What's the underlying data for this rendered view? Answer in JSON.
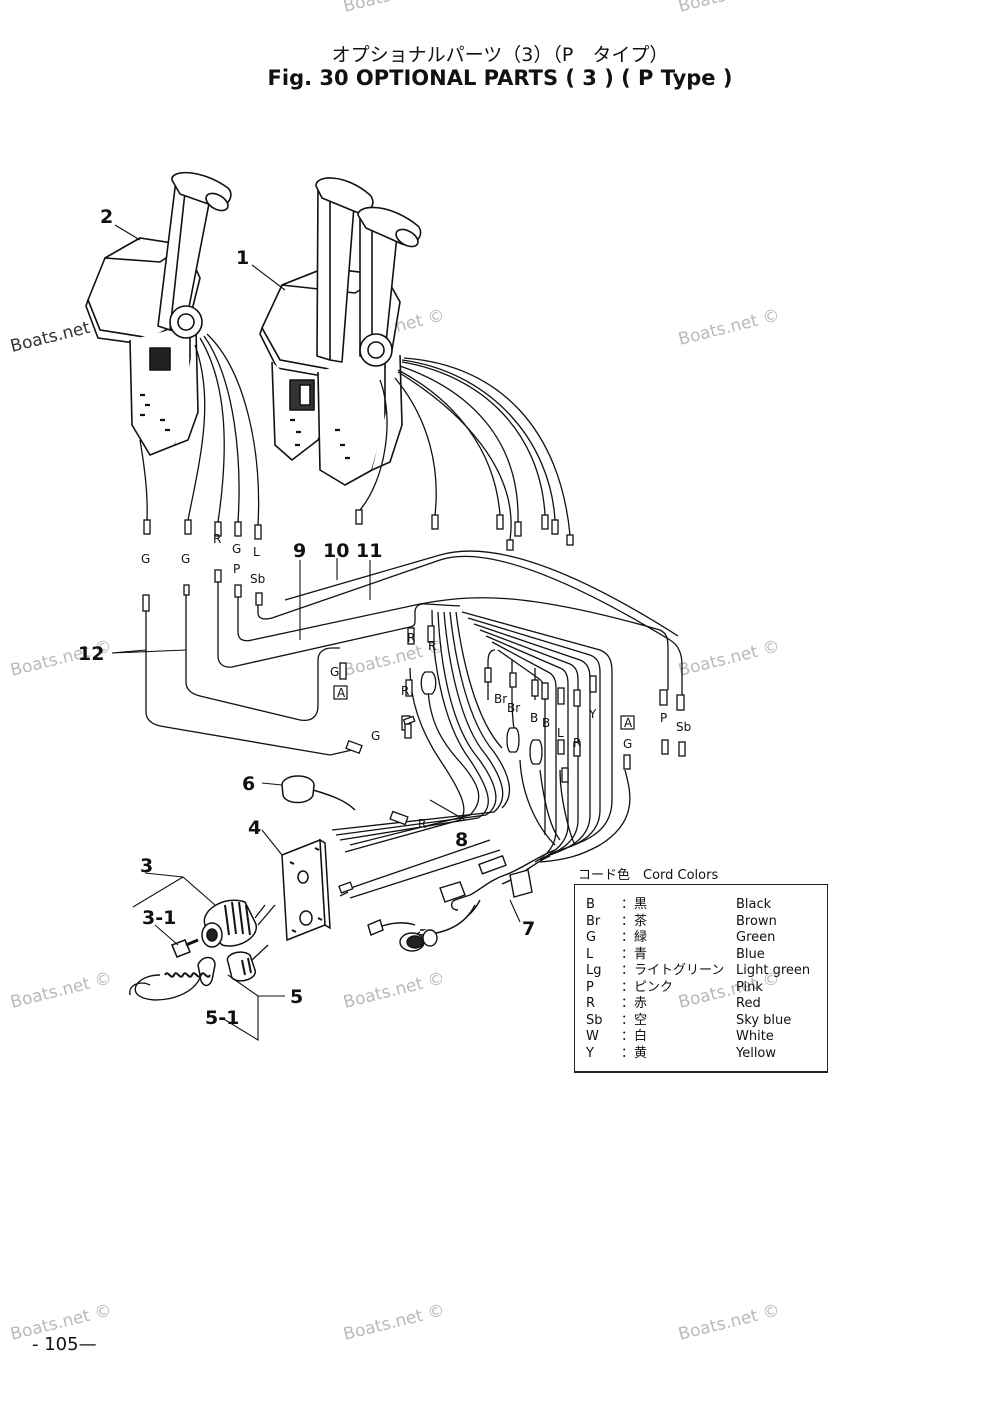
{
  "title": {
    "japanese": "オプショナルパーツ（3）（P　タイプ）",
    "english": "Fig. 30   OPTIONAL PARTS ( 3 ) ( P Type )"
  },
  "callouts": [
    "1",
    "2",
    "3",
    "3-1",
    "4",
    "5",
    "5-1",
    "6",
    "7",
    "8",
    "9",
    "10",
    "11",
    "12"
  ],
  "wire_labels": {
    "single_g_1": "G",
    "single_g_2": "G",
    "triple_r": "R",
    "triple_g": "G",
    "triple_l": "L",
    "triple_p": "P",
    "triple_sb": "Sb",
    "connector_a_g": "G",
    "box_a_left": "A",
    "harness_r_1": "R",
    "harness_r_2": "R",
    "harness_r_3": "R",
    "harness_g": "G",
    "harness_br_1": "Br",
    "harness_br_2": "Br",
    "harness_b_1": "B",
    "harness_b_2": "B",
    "harness_l": "L",
    "harness_r_4": "R",
    "harness_y": "Y",
    "box_a_right": "A",
    "right_g": "G",
    "right_p": "P",
    "right_sb": "Sb",
    "lower_r": "R"
  },
  "legend": {
    "title": "コード色　Cord Colors",
    "rows": [
      {
        "code": "B",
        "jp": "：黒",
        "en": "Black"
      },
      {
        "code": "Br",
        "jp": "：茶",
        "en": "Brown"
      },
      {
        "code": "G",
        "jp": "：緑",
        "en": "Green"
      },
      {
        "code": "L",
        "jp": "：青",
        "en": "Blue"
      },
      {
        "code": "Lg",
        "jp": "：ライトグリーン",
        "en": "Light green"
      },
      {
        "code": "P",
        "jp": "：ピンク",
        "en": "Pink"
      },
      {
        "code": "R",
        "jp": "：赤",
        "en": "Red"
      },
      {
        "code": "Sb",
        "jp": "：空",
        "en": "Sky blue"
      },
      {
        "code": "W",
        "jp": "：白",
        "en": "White"
      },
      {
        "code": "Y",
        "jp": "：黄",
        "en": "Yellow"
      }
    ]
  },
  "watermark": "Boats.net ©",
  "page_number": "- 105—",
  "colors": {
    "ink": "#111111",
    "watermark": "#b9b9b9",
    "background": "#ffffff"
  }
}
